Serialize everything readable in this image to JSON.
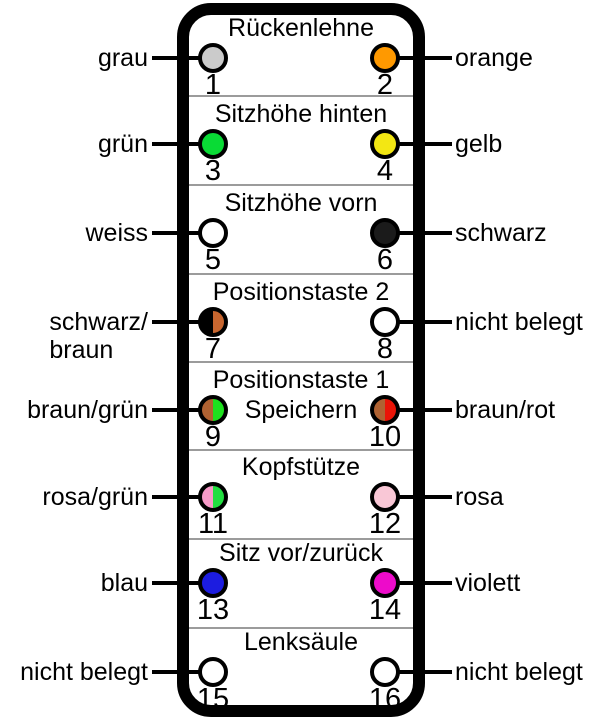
{
  "connector": {
    "colors": {
      "outline": "#000000",
      "divider": "#9b9b9b",
      "pin_stroke": "#000000",
      "background": "#ffffff"
    },
    "sections": [
      {
        "title": "Rückenlehne",
        "left": {
          "label_lines": [
            "grau"
          ],
          "pin": "1",
          "colors": [
            "#cbcbcb"
          ]
        },
        "right": {
          "label_lines": [
            "orange"
          ],
          "pin": "2",
          "colors": [
            "#ff9900"
          ]
        }
      },
      {
        "title": "Sitzhöhe hinten",
        "left": {
          "label_lines": [
            "grün"
          ],
          "pin": "3",
          "colors": [
            "#09db35"
          ]
        },
        "right": {
          "label_lines": [
            "gelb"
          ],
          "pin": "4",
          "colors": [
            "#f3e713"
          ]
        }
      },
      {
        "title": "Sitzhöhe vorn",
        "left": {
          "label_lines": [
            "weiss"
          ],
          "pin": "5",
          "colors": [
            "#ffffff"
          ]
        },
        "right": {
          "label_lines": [
            "schwarz"
          ],
          "pin": "6",
          "colors": [
            "#1b1b1b"
          ]
        }
      },
      {
        "title": "Positionstaste 2",
        "left": {
          "label_lines": [
            "schwarz/",
            "braun"
          ],
          "pin": "7",
          "colors": [
            "#000000",
            "#c8662f"
          ]
        },
        "right": {
          "label_lines": [
            "nicht belegt"
          ],
          "pin": "8",
          "colors": [
            "#ffffff"
          ]
        }
      },
      {
        "title": "Positionstaste 1",
        "center_label": "Speichern",
        "left": {
          "label_lines": [
            "braun/grün"
          ],
          "pin": "9",
          "colors": [
            "#b06232",
            "#1ee11e"
          ]
        },
        "right": {
          "label_lines": [
            "braun/rot"
          ],
          "pin": "10",
          "colors": [
            "#b06232",
            "#ea1407"
          ]
        }
      },
      {
        "title": "Kopfstütze",
        "left": {
          "label_lines": [
            "rosa/grün"
          ],
          "pin": "11",
          "colors": [
            "#f79ac8",
            "#22df40"
          ]
        },
        "right": {
          "label_lines": [
            "rosa"
          ],
          "pin": "12",
          "colors": [
            "#f9c7d6"
          ]
        }
      },
      {
        "title": "Sitz vor/zurück",
        "left": {
          "label_lines": [
            "blau"
          ],
          "pin": "13",
          "colors": [
            "#1c1ce0"
          ]
        },
        "right": {
          "label_lines": [
            "violett"
          ],
          "pin": "14",
          "colors": [
            "#ed0bca"
          ]
        }
      },
      {
        "title": "Lenksäule",
        "left": {
          "label_lines": [
            "nicht belegt"
          ],
          "pin": "15",
          "colors": [
            "#ffffff"
          ]
        },
        "right": {
          "label_lines": [
            "nicht belegt"
          ],
          "pin": "16",
          "colors": [
            "#ffffff"
          ]
        }
      }
    ]
  }
}
